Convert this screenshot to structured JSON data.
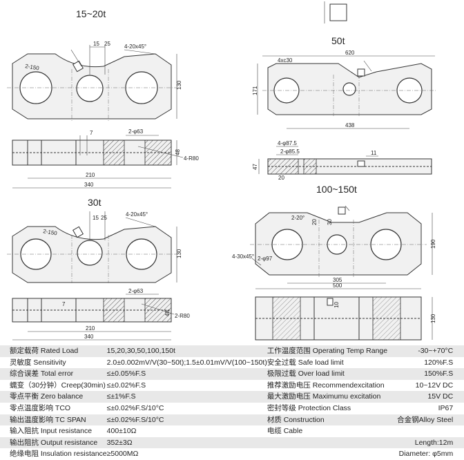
{
  "titles": {
    "t1": "15~20t",
    "t2": "50t",
    "t3": "30t",
    "t4": "100~150t"
  },
  "dims": {
    "d15": "15",
    "d25": "25",
    "chamfer_a": "4-20x45°",
    "r150_a": "2-150",
    "h130": "130",
    "d7": "7",
    "phi63": "2-φ63",
    "h48": "48",
    "r80": "4-R80",
    "w210": "210",
    "w340": "340",
    "w620": "620",
    "c4x30": "4xc30",
    "h171": "171",
    "w438": "438",
    "phi87": "4-φ87.5",
    "phi85": "2-φ85.5",
    "d11": "11",
    "h47": "47",
    "d20": "20",
    "d15b": "15",
    "d25b": "25",
    "chamfer_b": "4-20x45°",
    "r150_b": "2-150",
    "h130b": "130",
    "d7b": "7",
    "phi63b": "2-φ63",
    "h48b": "48",
    "r80b": "2-R80",
    "w210b": "210",
    "w340b": "340",
    "c2_20": "2-20°",
    "d20b": "20",
    "d30": "30",
    "h190": "190",
    "c4_30": "4-30x45°",
    "phi97": "2-φ97",
    "w305": "305",
    "w500": "500",
    "d10": "10",
    "h130c": "130"
  },
  "specs": [
    {
      "l": "额定载荷 Rated Load",
      "v": "15,20,30,50,100,150t",
      "l2": "工作温度范围 Operating Temp Range",
      "v2": "-30~+70°C"
    },
    {
      "l": "灵敏度 Sensitivity",
      "v": "2.0±0.002mV/V(30~50t);1.5±0.01mV/V(100~150t)",
      "l2": "安全过载 Safe load limit",
      "v2": "120%F.S"
    },
    {
      "l": "综合误差 Total error",
      "v": "≤±0.05%F.S",
      "l2": "极限过载 Over load limit",
      "v2": "150%F.S"
    },
    {
      "l": "蠕变（30分钟）Creep(30min)",
      "v": "≤±0.02%F.S",
      "l2": "推荐激励电压 Recommendexcitation",
      "v2": "10~12V DC"
    },
    {
      "l": "零点平衡 Zero balance",
      "v": "≤±1%F.S",
      "l2": "最大激励电压 Maximumu excitation",
      "v2": "15V DC"
    },
    {
      "l": "零点温度影响 TCO",
      "v": "≤±0.02%F.S/10°C",
      "l2": "密封等级 Protection Class",
      "v2": "IP67"
    },
    {
      "l": "输出温度影响 TC SPAN",
      "v": "≤±0.02%F.S/10°C",
      "l2": "材质 Construction",
      "v2": "合金钢Alloy Steel"
    },
    {
      "l": "输入阻抗 Input resistance",
      "v": "400±10Ω",
      "l2": "电缆 Cable",
      "v2": ""
    },
    {
      "l": "输出阻抗 Output resistance",
      "v": "352±3Ω",
      "l2": "",
      "v2": "Length:12m"
    },
    {
      "l": "绝缘电阻 Insulation resistance",
      "v": "≥5000MΩ",
      "l2": "",
      "v2": "Diameter: φ5mm"
    }
  ]
}
